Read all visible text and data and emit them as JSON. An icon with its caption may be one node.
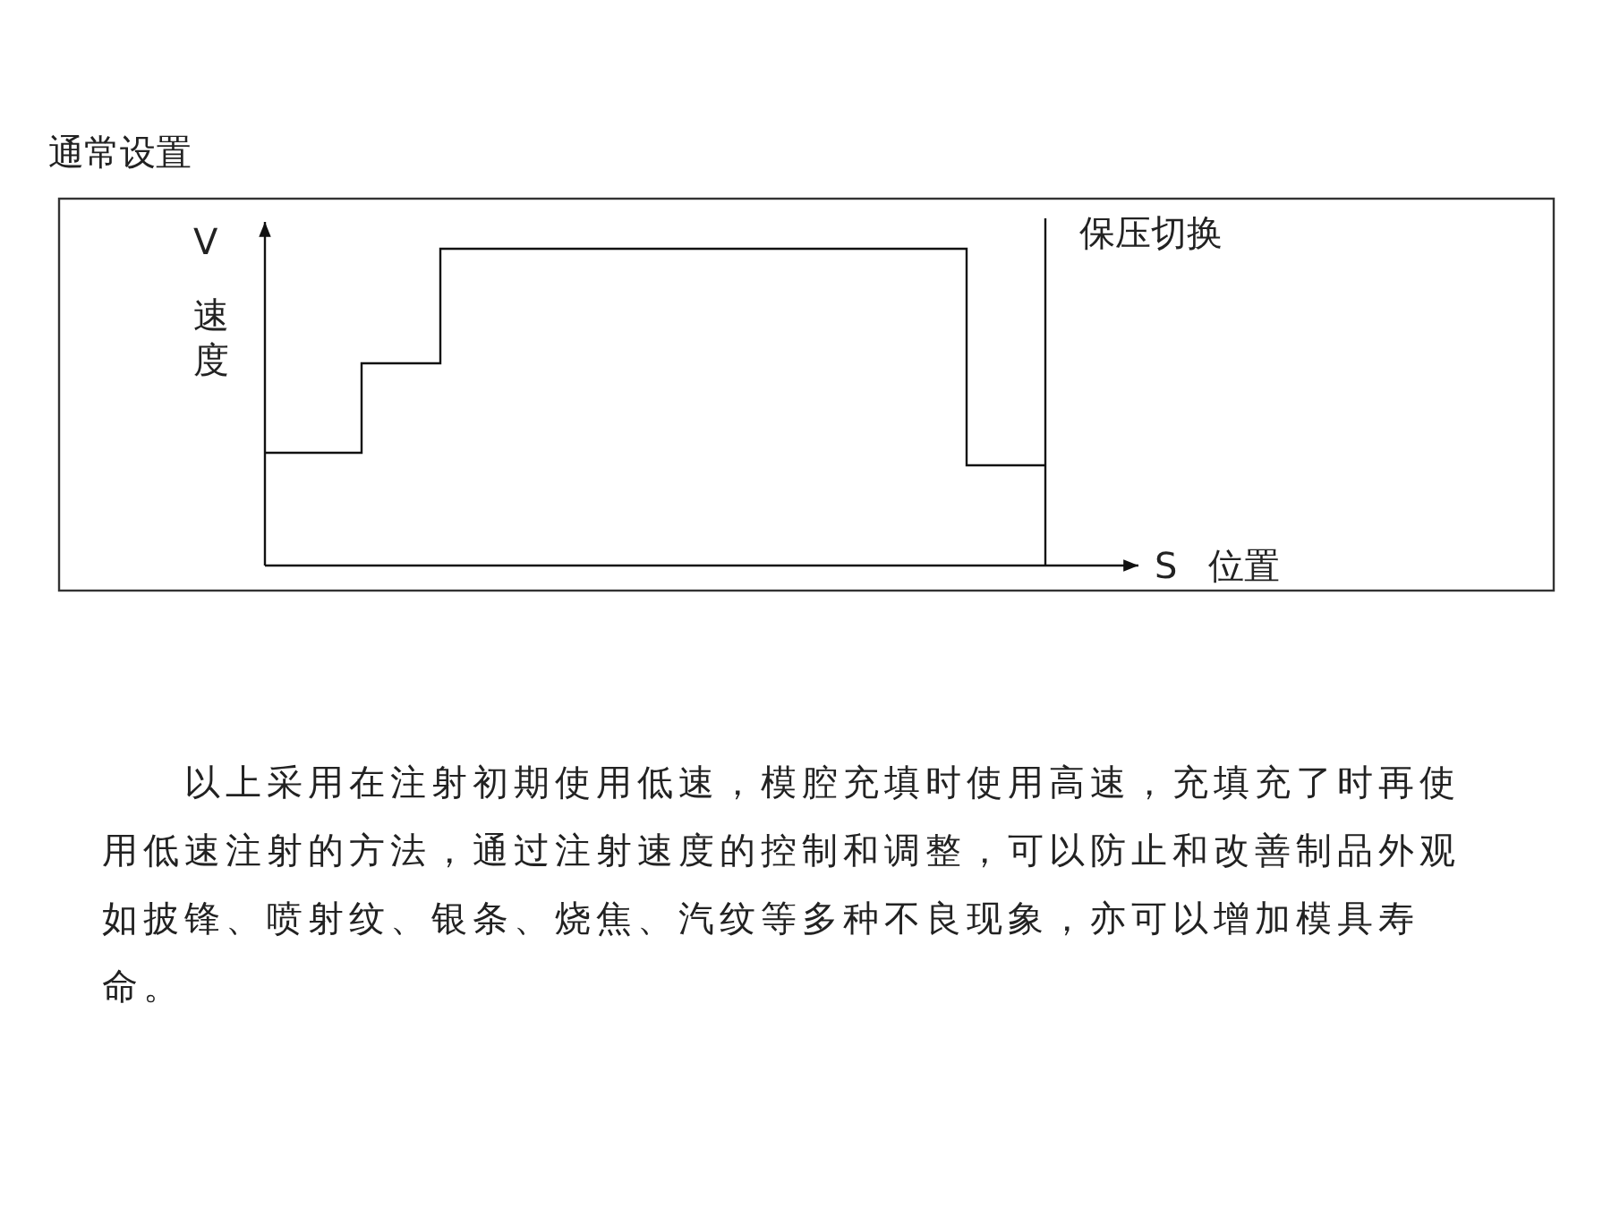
{
  "diagram": {
    "title": "通常设置",
    "labels": [
      "V",
      "速度",
      "保压切换",
      "S",
      "位置",
      "以上采用在注射初期使用低速，模腔充填时使用高速，充填充了时再使用低速注射的方法，通过注射速度的控制和调整，可以防止和改善制品外观如披锋、喷射纹、银条、烧焦、汽纹等多种不良现象，亦可以增加模具寿命。"
    ]
  }
}
